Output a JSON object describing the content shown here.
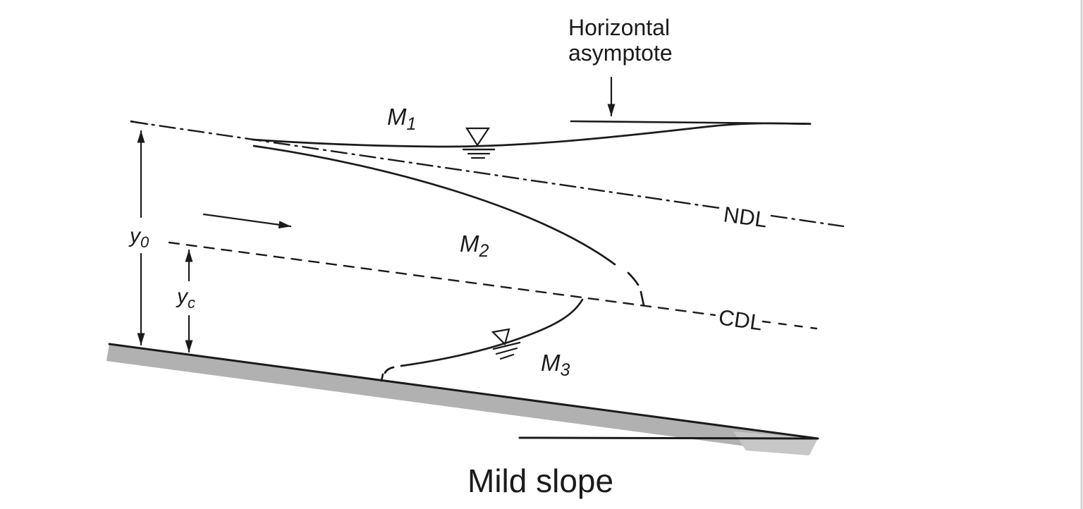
{
  "figure_type": "open-channel-gradually-varied-flow-profile",
  "title": "Mild slope",
  "annotations": {
    "horizontal_asymptote": {
      "line1": "Horizontal",
      "line2": "asymptote"
    },
    "normal_depth_line": "NDL",
    "critical_depth_line": "CDL"
  },
  "curve_labels": {
    "m1": {
      "base": "M",
      "sub": "1"
    },
    "m2": {
      "base": "M",
      "sub": "2"
    },
    "m3": {
      "base": "M",
      "sub": "3"
    }
  },
  "depth_labels": {
    "normal_depth": {
      "base": "y",
      "sub": "0"
    },
    "critical_depth": {
      "base": "y",
      "sub": "c"
    }
  },
  "icons": {
    "water_surface_marker": "nabla-free-surface-icon"
  },
  "colors": {
    "ink": "#1b1b1b",
    "bed_gray": "#b1b1b1",
    "bed_gray_light": "#c7c7c7",
    "frame_border": "#d6d6d6",
    "paper": "#ffffff"
  }
}
